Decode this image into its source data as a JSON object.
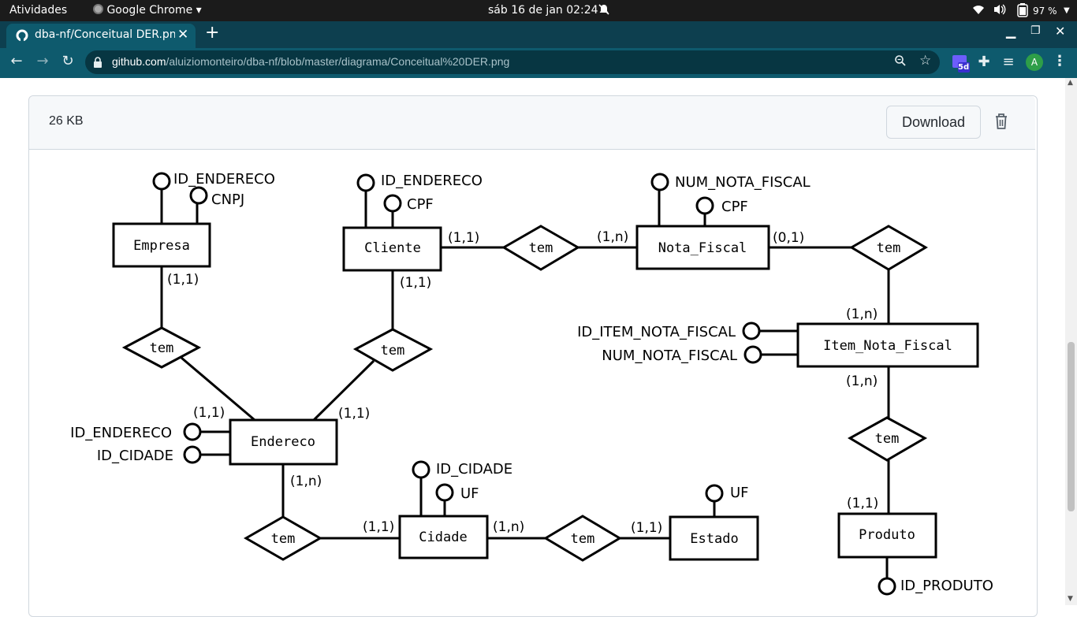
{
  "topbar": {
    "activities": "Atividades",
    "app_name": "Google Chrome",
    "clock": "sáb 16 de jan  02:24",
    "battery": "97 %"
  },
  "browser": {
    "tab_title": "dba-nf/Conceitual DER.pn",
    "url_domain": "github.com",
    "url_path": "/aluiziomonteiro/dba-nf/blob/master/diagrama/Conceitual%20DER.png",
    "extension_badge": "5d",
    "profile_initial": "A"
  },
  "file": {
    "size": "26  KB",
    "download_label": "Download"
  },
  "diagram": {
    "entities": {
      "empresa": "Empresa",
      "cliente": "Cliente",
      "nota_fiscal": "Nota_Fiscal",
      "item_nota_fiscal": "Item_Nota_Fiscal",
      "endereco": "Endereco",
      "cidade": "Cidade",
      "estado": "Estado",
      "produto": "Produto"
    },
    "relationship_label": "tem",
    "attributes": {
      "empresa_id_endereco": "ID_ENDERECO",
      "empresa_cnpj": "CNPJ",
      "cliente_id_endereco": "ID_ENDERECO",
      "cliente_cpf": "CPF",
      "nf_num_nota_fiscal": "NUM_NOTA_FISCAL",
      "nf_cpf": "CPF",
      "item_id_item_nota_fiscal": "ID_ITEM_NOTA_FISCAL",
      "item_num_nota_fiscal": "NUM_NOTA_FISCAL",
      "endereco_id_endereco": "ID_ENDERECO",
      "endereco_id_cidade": "ID_CIDADE",
      "cidade_id_cidade": "ID_CIDADE",
      "cidade_uf": "UF",
      "estado_uf": "UF",
      "produto_id_produto": "ID_PRODUTO"
    },
    "cardinalities": {
      "empresa_tem": "(1,1)",
      "tem_endereco_left": "(1,1)",
      "cliente_tem_down": "(1,1)",
      "tem_endereco_right": "(1,1)",
      "cliente_tem_right": "(1,1)",
      "tem_nota_fiscal": "(1,n)",
      "nota_fiscal_tem": "(0,1)",
      "tem_item_top": "(1,n)",
      "item_tem_bottom": "(1,n)",
      "tem_produto": "(1,1)",
      "endereco_tem": "(1,n)",
      "tem_cidade": "(1,1)",
      "cidade_tem": "(1,n)",
      "tem_estado": "(1,1)"
    }
  }
}
